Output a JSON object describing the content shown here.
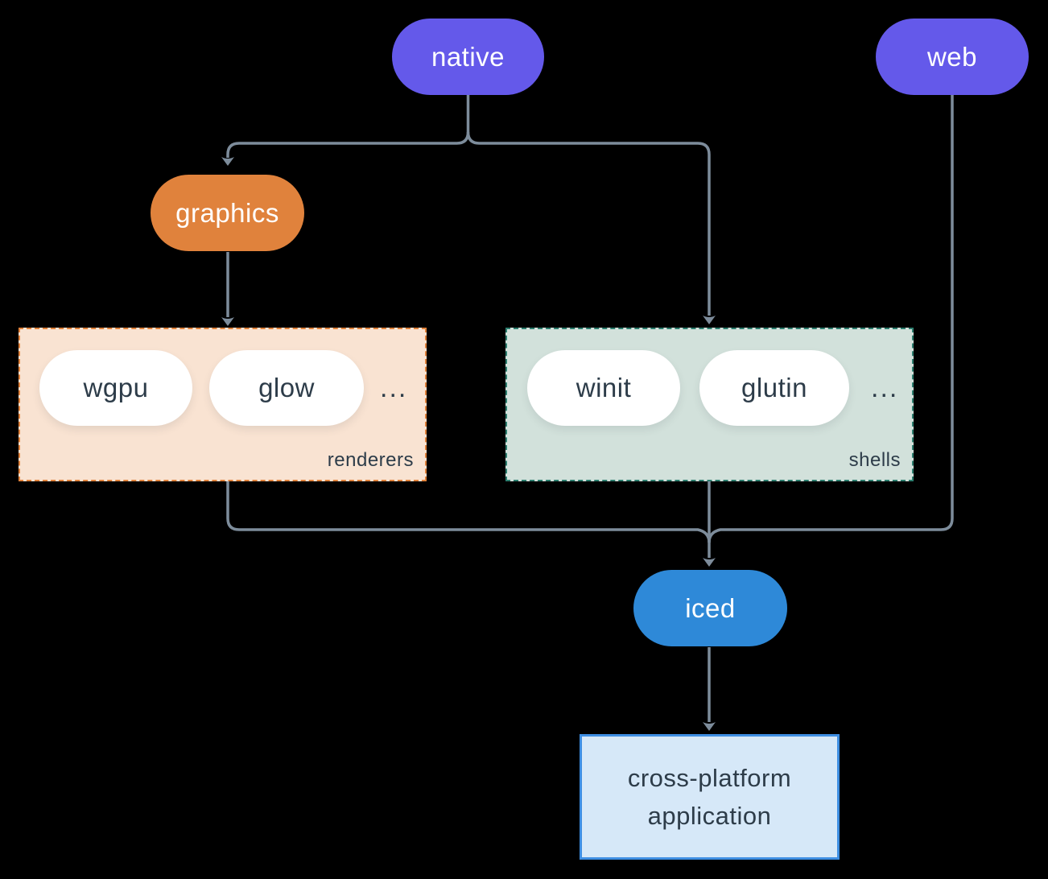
{
  "diagram": {
    "nodes": {
      "native": {
        "label": "native",
        "color": "#6459ea",
        "text_color": "#ffffff"
      },
      "web": {
        "label": "web",
        "color": "#6459ea",
        "text_color": "#ffffff"
      },
      "graphics": {
        "label": "graphics",
        "color": "#e0823c",
        "text_color": "#ffffff"
      },
      "wgpu": {
        "label": "wgpu",
        "color": "#ffffff",
        "text_color": "#2d3c49"
      },
      "glow": {
        "label": "glow",
        "color": "#ffffff",
        "text_color": "#2d3c49"
      },
      "winit": {
        "label": "winit",
        "color": "#ffffff",
        "text_color": "#2d3c49"
      },
      "glutin": {
        "label": "glutin",
        "color": "#ffffff",
        "text_color": "#2d3c49"
      },
      "iced": {
        "label": "iced",
        "color": "#2e89d8",
        "text_color": "#ffffff"
      }
    },
    "groups": {
      "renderers": {
        "label": "renderers",
        "ellipsis": "...",
        "bg": "#f9e3d2",
        "border": "#e0813a"
      },
      "shells": {
        "label": "shells",
        "ellipsis": "...",
        "bg": "#d2e1db",
        "border": "#2c7d6e"
      }
    },
    "application": {
      "line1": "cross-platform",
      "line2": "application",
      "bg": "#d6e8f8",
      "border": "#3e8ee2",
      "text_color": "#2d3c49"
    },
    "edges": [
      {
        "from": "native",
        "to": "graphics"
      },
      {
        "from": "native",
        "to": "shells-group"
      },
      {
        "from": "graphics",
        "to": "renderers-group"
      },
      {
        "from": "renderers-group",
        "to": "iced"
      },
      {
        "from": "shells-group",
        "to": "iced"
      },
      {
        "from": "web",
        "to": "iced"
      },
      {
        "from": "iced",
        "to": "application"
      }
    ],
    "line_color": "#7d8c9b",
    "background": "#000000"
  }
}
